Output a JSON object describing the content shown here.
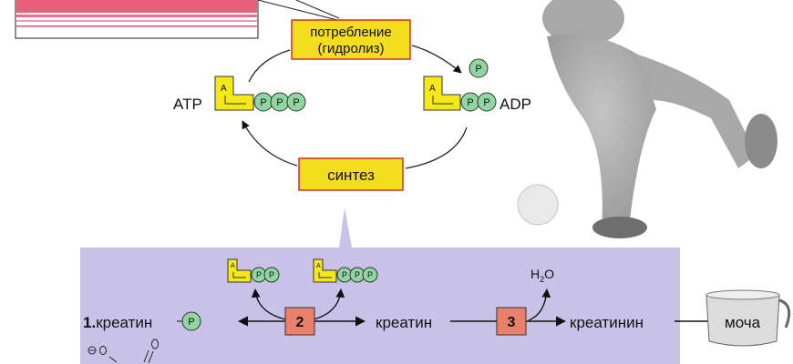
{
  "cycle": {
    "consumption_line1": "потребление",
    "consumption_line2": "(гидролиз)",
    "synthesis": "синтез",
    "atp_label": "ATP",
    "adp_label": "ADP",
    "adenosine_letter": "A",
    "phosphate_letter": "P"
  },
  "pathway": {
    "step_number": "1.",
    "creatine_phosphate": "креатин",
    "enzyme_2": "2",
    "enzyme_3": "3",
    "creatine": "креатин",
    "water": "H",
    "water_sub": "2",
    "water_o": "O",
    "creatinine": "креатинин",
    "urine": "моча"
  },
  "colors": {
    "yellow_box": "#f4dc1e",
    "box_border": "#d0302a",
    "phosphate": "#8fd6a0",
    "panel": "#c9c2e8",
    "enzyme_box": "#e8806c"
  }
}
